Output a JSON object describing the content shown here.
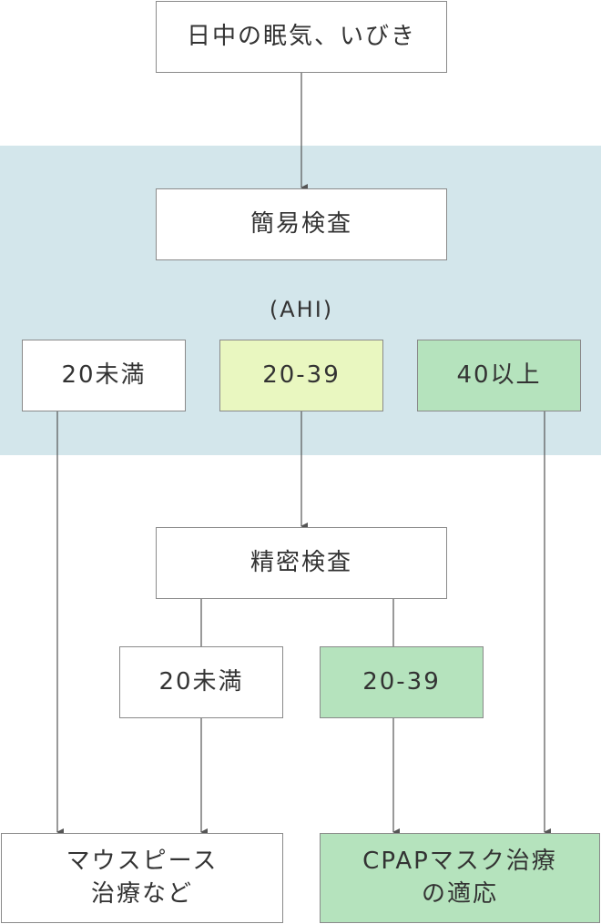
{
  "start": "日中の眠気、いびき",
  "simple_test": "簡易検査",
  "ahi_label": "(AHI)",
  "simple_results": {
    "low": "20未満",
    "mid": "20-39",
    "high": "40以上"
  },
  "detailed_test": "精密検査",
  "detailed_results": {
    "low": "20未満",
    "mid": "20-39"
  },
  "outcomes": {
    "mouthpiece": [
      "マウスピース",
      "治療など"
    ],
    "cpap": [
      "CPAPマスク治療",
      "の適応"
    ]
  },
  "colors": {
    "band": "#d3e6eb",
    "yellow": "#e9f7c0",
    "green": "#b5e3bd",
    "border": "#8a8a8a",
    "line": "#555555"
  }
}
